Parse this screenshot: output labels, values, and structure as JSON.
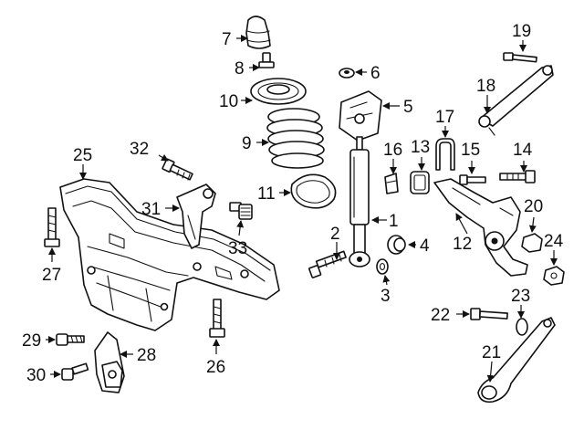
{
  "callouts": {
    "c1": "1",
    "c2": "2",
    "c3": "3",
    "c4": "4",
    "c5": "5",
    "c6": "6",
    "c7": "7",
    "c8": "8",
    "c9": "9",
    "c10": "10",
    "c11": "11",
    "c12": "12",
    "c13": "13",
    "c14": "14",
    "c15": "15",
    "c16": "16",
    "c17": "17",
    "c18": "18",
    "c19": "19",
    "c20": "20",
    "c21": "21",
    "c22": "22",
    "c23": "23",
    "c24": "24",
    "c25": "25",
    "c26": "26",
    "c27": "27",
    "c28": "28",
    "c29": "29",
    "c30": "30",
    "c31": "31",
    "c32": "32",
    "c33": "33"
  },
  "colors": {
    "ink": "#111111",
    "background": "#ffffff"
  }
}
